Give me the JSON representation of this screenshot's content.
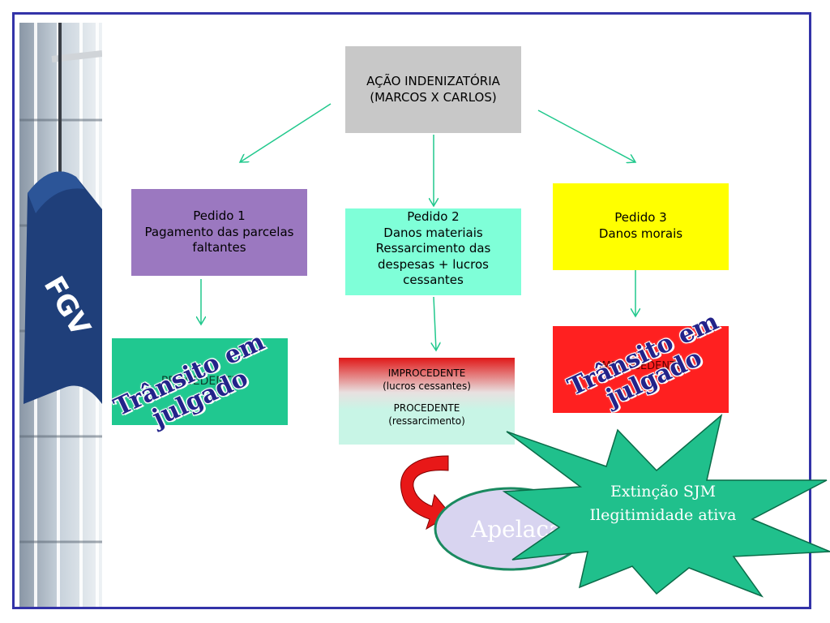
{
  "diagram": {
    "root": {
      "line1": "AÇÃO INDENIZATÓRIA",
      "line2": "(MARCOS X CARLOS)"
    },
    "pedido1": {
      "title": "Pedido 1",
      "line2": "Pagamento das parcelas",
      "line3": "faltantes"
    },
    "pedido2": {
      "title": "Pedido 2",
      "line2": "Danos materiais",
      "line3": "Ressarcimento das",
      "line4": "despesas + lucros",
      "line5": "cessantes"
    },
    "pedido3": {
      "title": "Pedido 3",
      "line2": "Danos morais"
    },
    "result1": {
      "text": "PROCEDENTE"
    },
    "result2": {
      "improcedente": "IMPROCEDENTE",
      "improcedente_detail": "(lucros cessantes)",
      "procedente": "PROCEDENTE",
      "procedente_detail": "(ressarcimento)"
    },
    "result3": {
      "text": "IMPROCEDENTE"
    },
    "stamp1": {
      "line1": "Trânsito em",
      "line2": "julgado"
    },
    "stamp2": {
      "line1": "Trânsito em",
      "line2": "julgado"
    },
    "apelacao": {
      "text": "Apelação"
    },
    "burst": {
      "line1": "Extinção SJM",
      "line2": "Ilegitimidade ativa"
    }
  },
  "photo": {
    "flag_text": "FGV"
  },
  "colors": {
    "frame": "#3333a8",
    "root_box": "#c8c8c8",
    "pedido1": "#9b78c0",
    "pedido2": "#7fffd8",
    "pedido3": "#ffff00",
    "result1": "#20c890",
    "result3": "#ff2020",
    "arrows": "#20c88c",
    "burst": "#20c08c",
    "ellipse": "#d8d4f0",
    "curved_arrow": "#e81818"
  }
}
